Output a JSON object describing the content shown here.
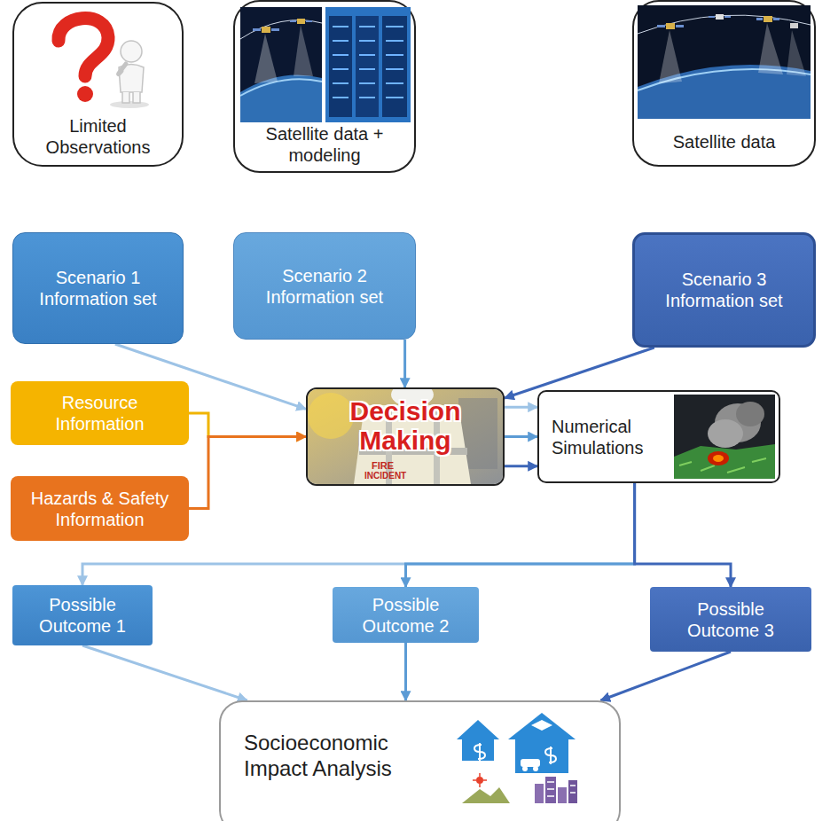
{
  "diagram": {
    "nodes": [
      {
        "text": [
          "Limited Observations"
        ]
      },
      {
        "text": [
          "Satellite data + modeling"
        ]
      },
      {
        "text": [
          "Satellite data"
        ]
      },
      {
        "text": [
          "Scenario 1 Information set"
        ]
      },
      {
        "text": [
          "Scenario 2 Information set"
        ]
      },
      {
        "text": [
          "Scenario 3 Information set"
        ]
      },
      {
        "text": [
          "Resource Information"
        ]
      },
      {
        "text": [
          "Hazards & Safety Information"
        ]
      },
      {
        "text": [
          "Decision Making"
        ]
      },
      {
        "text": [
          "Numerical Simulations"
        ]
      },
      {
        "text": [
          "Possible Outcome 1"
        ]
      },
      {
        "text": [
          "Possible Outcome 2"
        ]
      },
      {
        "text": [
          "Possible Outcome 3"
        ]
      },
      {
        "text": [
          "Socioeconomic Impact Analysis"
        ]
      }
    ],
    "edges": [
      {
        "from": 3,
        "to": 8,
        "arrow": "to"
      },
      {
        "from": 4,
        "to": 8,
        "arrow": "to"
      },
      {
        "from": 5,
        "to": 8,
        "arrow": "to"
      },
      {
        "from": 6,
        "to": 8,
        "arrow": "to"
      },
      {
        "from": 7,
        "to": 8,
        "arrow": "to"
      },
      {
        "from": 8,
        "to": 9,
        "arrow": "to"
      },
      {
        "from": 8,
        "to": 9,
        "arrow": "to"
      },
      {
        "from": 8,
        "to": 9,
        "arrow": "to"
      },
      {
        "from": 9,
        "to": 10,
        "arrow": "to"
      },
      {
        "from": 9,
        "to": 11,
        "arrow": "to"
      },
      {
        "from": 9,
        "to": 12,
        "arrow": "to"
      },
      {
        "from": 10,
        "to": 13,
        "arrow": "to"
      },
      {
        "from": 11,
        "to": 13,
        "arrow": "to"
      },
      {
        "from": 12,
        "to": 13,
        "arrow": "to"
      }
    ],
    "labels": [
      "FIRE",
      "INCIDENT"
    ]
  }
}
